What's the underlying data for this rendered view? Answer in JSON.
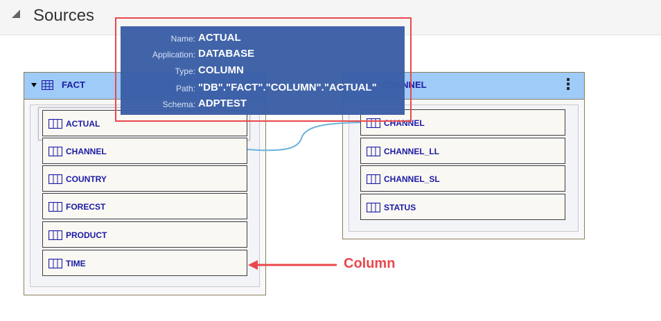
{
  "header": {
    "title": "Sources"
  },
  "fact_table": {
    "name": "FACT",
    "columns": [
      "ACTUAL",
      "CHANNEL",
      "COUNTRY",
      "FORECST",
      "PRODUCT",
      "TIME"
    ]
  },
  "channel_table": {
    "name": "CHANNEL",
    "columns": [
      "CHANNEL",
      "CHANNEL_LL",
      "CHANNEL_SL",
      "STATUS"
    ]
  },
  "tooltip": {
    "name_label": "Name:",
    "name_value": "ACTUAL",
    "application_label": "Application:",
    "application_value": "DATABASE",
    "type_label": "Type:",
    "type_value": "COLUMN",
    "path_label": "Path:",
    "path_value": "\"DB\".\"FACT\".\"COLUMN\".\"ACTUAL\"",
    "schema_label": "Schema:",
    "schema_value": "ADPTEST"
  },
  "annotation": {
    "callout_text": "Column"
  },
  "colors": {
    "table_header": "#9ecbf7",
    "label_text": "#1a1aa5",
    "tooltip_bg": "#3b5fa7",
    "annotation": "#e9484c",
    "link_line": "#6ab3dc"
  },
  "icons": {
    "table": "table-grid-icon",
    "column": "column-icon",
    "menu": "kebab-menu-icon",
    "collapse": "collapse-triangle-icon"
  }
}
